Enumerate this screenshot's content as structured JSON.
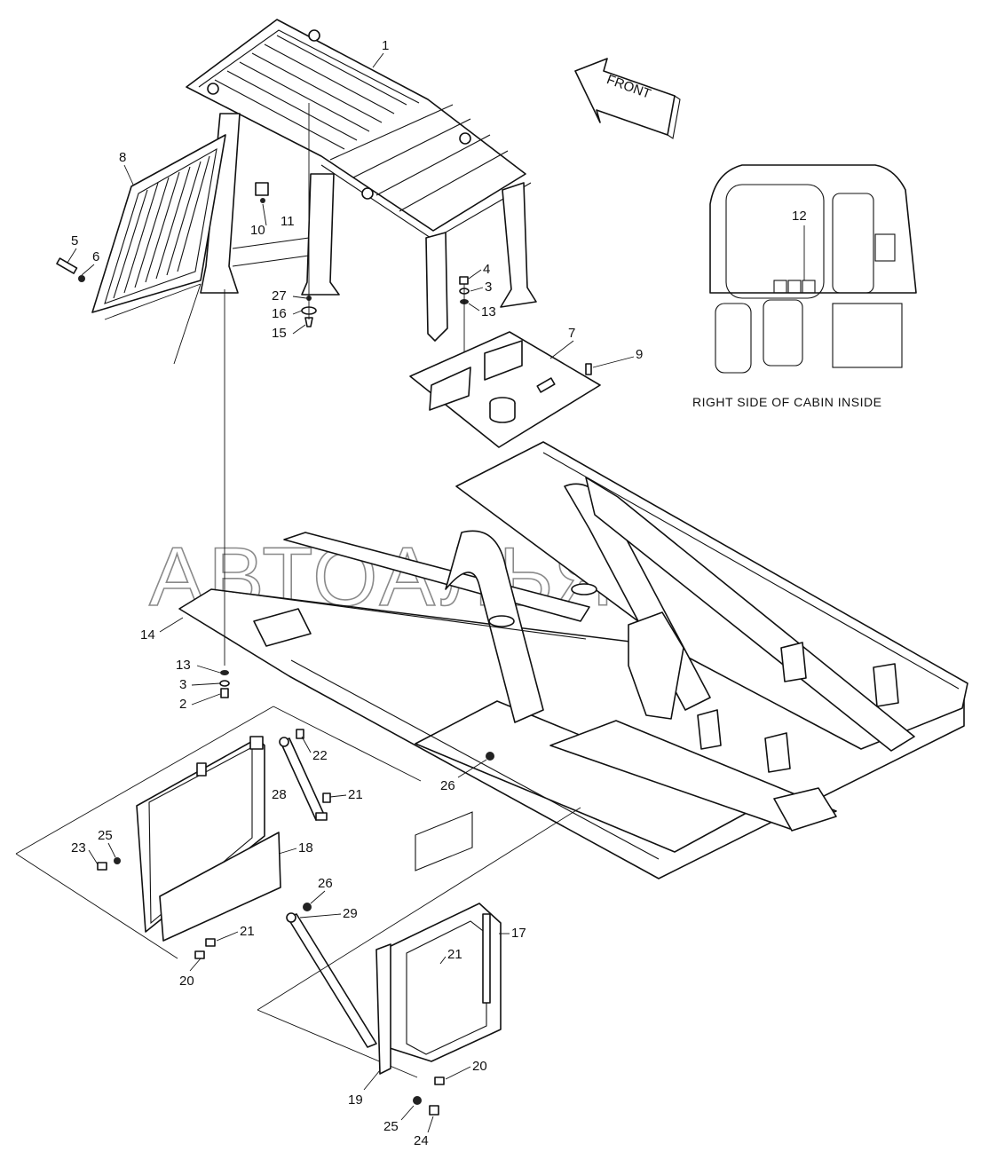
{
  "caption": "RIGHT SIDE OF CABIN INSIDE",
  "front_label": "FRONT",
  "watermark": "АВТОАЛЬЯНС",
  "callouts": {
    "c1": "1",
    "c8": "8",
    "c5": "5",
    "c6": "6",
    "c10": "10",
    "c11": "11",
    "c27": "27",
    "c16": "16",
    "c15": "15",
    "c4": "4",
    "c3a": "3",
    "c13a": "13",
    "c7": "7",
    "c9": "9",
    "c12": "12",
    "c14": "14",
    "c13b": "13",
    "c3b": "3",
    "c2": "2",
    "c22": "22",
    "c28": "28",
    "c21a": "21",
    "c26a": "26",
    "c23": "23",
    "c25a": "25",
    "c18": "18",
    "c21b": "21",
    "c20a": "20",
    "c26b": "26",
    "c29": "29",
    "c17": "17",
    "c21c": "21",
    "c20b": "20",
    "c19": "19",
    "c25b": "25",
    "c24": "24"
  }
}
